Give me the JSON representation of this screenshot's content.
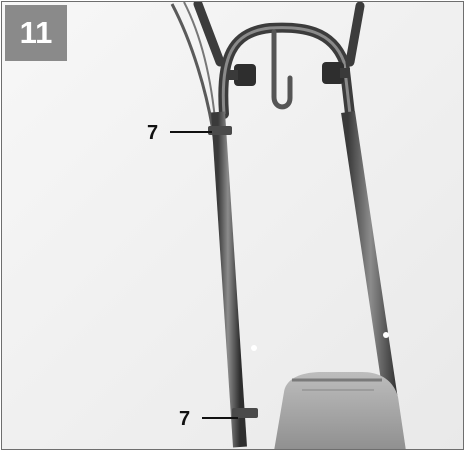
{
  "figure": {
    "number": "11",
    "callouts": [
      {
        "label": "7"
      },
      {
        "label": "7"
      }
    ]
  }
}
